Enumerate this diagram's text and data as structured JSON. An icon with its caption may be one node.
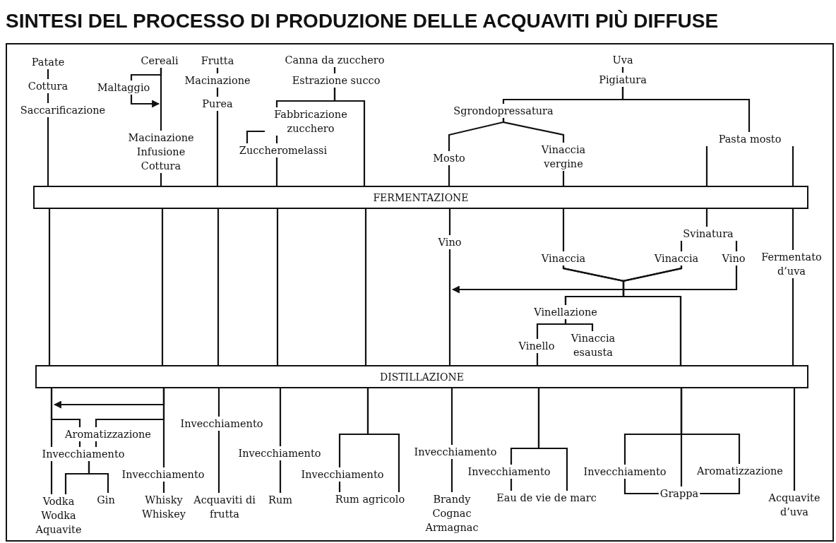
{
  "diagram": {
    "title": "SINTESI DEL PROCESSO DI PRODUZIONE DELLE ACQUAVITI PIÙ DIFFUSE",
    "nodes": [
      {
        "text": [
          "Patate"
        ]
      },
      {
        "text": [
          "Cottura"
        ]
      },
      {
        "text": [
          "Saccarificazione"
        ]
      },
      {
        "text": [
          "Cereali"
        ]
      },
      {
        "text": [
          "Maltaggio"
        ]
      },
      {
        "text": [
          "Macinazione Infusione Cottura"
        ]
      },
      {
        "text": [
          "Frutta"
        ]
      },
      {
        "text": [
          "Macinazione"
        ]
      },
      {
        "text": [
          "Purea"
        ]
      },
      {
        "text": [
          "Canna da zucchero"
        ]
      },
      {
        "text": [
          "Estrazione succo"
        ]
      },
      {
        "text": [
          "Fabbricazione zucchero"
        ]
      },
      {
        "text": [
          "Zuccheromelassi"
        ]
      },
      {
        "text": [
          "Uva"
        ]
      },
      {
        "text": [
          "Pigiatura"
        ]
      },
      {
        "text": [
          "Sgrondopressatura"
        ]
      },
      {
        "text": [
          "Mosto"
        ]
      },
      {
        "text": [
          "Vinaccia vergine"
        ]
      },
      {
        "text": [
          "Pasta mosto"
        ]
      },
      {
        "text": [
          "FERMENTAZIONE"
        ]
      },
      {
        "text": [
          "Vino"
        ]
      },
      {
        "text": [
          "Svinatura"
        ]
      },
      {
        "text": [
          "Vinaccia"
        ]
      },
      {
        "text": [
          "Vinaccia"
        ]
      },
      {
        "text": [
          "Vino"
        ]
      },
      {
        "text": [
          "Fermentato d’uva"
        ]
      },
      {
        "text": [
          "Vinellazione"
        ]
      },
      {
        "text": [
          "Vinello"
        ]
      },
      {
        "text": [
          "Vinaccia esausta"
        ]
      },
      {
        "text": [
          "DISTILLAZIONE"
        ]
      },
      {
        "text": [
          "Invecchiamento"
        ]
      },
      {
        "text": [
          "Aromatizzazione"
        ]
      },
      {
        "text": [
          "Invecchiamento"
        ]
      },
      {
        "text": [
          "Invecchiamento"
        ]
      },
      {
        "text": [
          "Invecchiamento"
        ]
      },
      {
        "text": [
          "Invecchiamento"
        ]
      },
      {
        "text": [
          "Invecchiamento"
        ]
      },
      {
        "text": [
          "Aromatizzazione"
        ]
      },
      {
        "text": [
          "Invecchiamento"
        ]
      },
      {
        "text": [
          "Invecchiamento"
        ]
      },
      {
        "text": [
          "Vodka Wodka Aquavite"
        ]
      },
      {
        "text": [
          "Gin"
        ]
      },
      {
        "text": [
          "Whisky Whiskey"
        ]
      },
      {
        "text": [
          "Acquaviti di frutta"
        ]
      },
      {
        "text": [
          "Rum"
        ]
      },
      {
        "text": [
          "Rum agricolo"
        ]
      },
      {
        "text": [
          "Brandy Cognac Armagnac"
        ]
      },
      {
        "text": [
          "Eau de vie de marc"
        ]
      },
      {
        "text": [
          "Grappa"
        ]
      },
      {
        "text": [
          "Acquavite d’uva"
        ]
      }
    ],
    "edges": [
      {
        "from": 0,
        "to": 1,
        "arrow": "none"
      },
      {
        "from": 1,
        "to": 2,
        "arrow": "none"
      },
      {
        "from": 2,
        "to": 19,
        "arrow": "none"
      },
      {
        "from": 3,
        "to": 5,
        "arrow": "none"
      },
      {
        "from": 3,
        "to": 4,
        "arrow": "none"
      },
      {
        "from": 4,
        "to": 5,
        "arrow": "to"
      },
      {
        "from": 5,
        "to": 19,
        "arrow": "none"
      },
      {
        "from": 6,
        "to": 7,
        "arrow": "none"
      },
      {
        "from": 7,
        "to": 8,
        "arrow": "none"
      },
      {
        "from": 8,
        "to": 19,
        "arrow": "none"
      },
      {
        "from": 9,
        "to": 10,
        "arrow": "none"
      },
      {
        "from": 10,
        "to": 11,
        "arrow": "none"
      },
      {
        "from": 10,
        "to": 19,
        "arrow": "none"
      },
      {
        "from": 11,
        "to": 12,
        "arrow": "none"
      },
      {
        "from": 11,
        "to": 12,
        "arrow": "none"
      },
      {
        "from": 12,
        "to": 19,
        "arrow": "none"
      },
      {
        "from": 13,
        "to": 14,
        "arrow": "none"
      },
      {
        "from": 14,
        "to": 15,
        "arrow": "none"
      },
      {
        "from": 14,
        "to": 18,
        "arrow": "none"
      },
      {
        "from": 15,
        "to": 16,
        "arrow": "none"
      },
      {
        "from": 15,
        "to": 17,
        "arrow": "none"
      },
      {
        "from": 16,
        "to": 19,
        "arrow": "none"
      },
      {
        "from": 17,
        "to": 19,
        "arrow": "none"
      },
      {
        "from": 18,
        "to": 19,
        "arrow": "none"
      },
      {
        "from": 18,
        "to": 19,
        "arrow": "none"
      },
      {
        "from": 19,
        "to": 29,
        "arrow": "none"
      },
      {
        "from": 19,
        "to": 29,
        "arrow": "none"
      },
      {
        "from": 19,
        "to": 29,
        "arrow": "none"
      },
      {
        "from": 19,
        "to": 29,
        "arrow": "none"
      },
      {
        "from": 19,
        "to": 29,
        "arrow": "none"
      },
      {
        "from": 19,
        "to": 20,
        "arrow": "none"
      },
      {
        "from": 20,
        "to": 29,
        "arrow": "none"
      },
      {
        "from": 19,
        "to": 22,
        "arrow": "none"
      },
      {
        "from": 19,
        "to": 21,
        "arrow": "none"
      },
      {
        "from": 21,
        "to": 23,
        "arrow": "none"
      },
      {
        "from": 21,
        "to": 24,
        "arrow": "none"
      },
      {
        "from": 19,
        "to": 25,
        "arrow": "none"
      },
      {
        "from": 22,
        "to": 26,
        "arrow": "none"
      },
      {
        "from": 23,
        "to": 26,
        "arrow": "none"
      },
      {
        "from": 22,
        "to": 29,
        "arrow": "none"
      },
      {
        "from": 23,
        "to": 29,
        "arrow": "none"
      },
      {
        "from": 24,
        "to": null,
        "arrow": "to"
      },
      {
        "from": 26,
        "to": 27,
        "arrow": "none"
      },
      {
        "from": 26,
        "to": 28,
        "arrow": "none"
      },
      {
        "from": 27,
        "to": 29,
        "arrow": "none"
      },
      {
        "from": 25,
        "to": 29,
        "arrow": "none"
      },
      {
        "from": 29,
        "to": 33,
        "arrow": "none"
      },
      {
        "from": 29,
        "to": 31,
        "arrow": "none"
      },
      {
        "from": 29,
        "to": null,
        "arrow": "to"
      },
      {
        "from": 29,
        "to": 31,
        "arrow": "none"
      },
      {
        "from": 31,
        "to": 33,
        "arrow": "none"
      },
      {
        "from": 31,
        "to": 33,
        "arrow": "none"
      },
      {
        "from": 33,
        "to": 40,
        "arrow": "none"
      },
      {
        "from": 33,
        "to": 40,
        "arrow": "none"
      },
      {
        "from": 33,
        "to": 41,
        "arrow": "none"
      },
      {
        "from": 29,
        "to": 38,
        "arrow": "none"
      },
      {
        "from": 38,
        "to": 42,
        "arrow": "none"
      },
      {
        "from": 29,
        "to": 30,
        "arrow": "none"
      },
      {
        "from": 30,
        "to": 43,
        "arrow": "none"
      },
      {
        "from": 29,
        "to": 34,
        "arrow": "none"
      },
      {
        "from": 34,
        "to": 44,
        "arrow": "none"
      },
      {
        "from": 29,
        "to": 39,
        "arrow": "none"
      },
      {
        "from": 29,
        "to": 45,
        "arrow": "none"
      },
      {
        "from": 39,
        "to": 45,
        "arrow": "none"
      },
      {
        "from": 29,
        "to": 32,
        "arrow": "none"
      },
      {
        "from": 32,
        "to": 46,
        "arrow": "none"
      },
      {
        "from": 29,
        "to": 35,
        "arrow": "none"
      },
      {
        "from": 29,
        "to": 47,
        "arrow": "none"
      },
      {
        "from": 35,
        "to": 47,
        "arrow": "none"
      },
      {
        "from": 29,
        "to": 48,
        "arrow": "none"
      },
      {
        "from": 29,
        "to": 36,
        "arrow": "none"
      },
      {
        "from": 29,
        "to": 37,
        "arrow": "none"
      },
      {
        "from": 36,
        "to": 48,
        "arrow": "none"
      },
      {
        "from": 37,
        "to": 48,
        "arrow": "none"
      },
      {
        "from": 29,
        "to": 49,
        "arrow": "none"
      }
    ]
  }
}
